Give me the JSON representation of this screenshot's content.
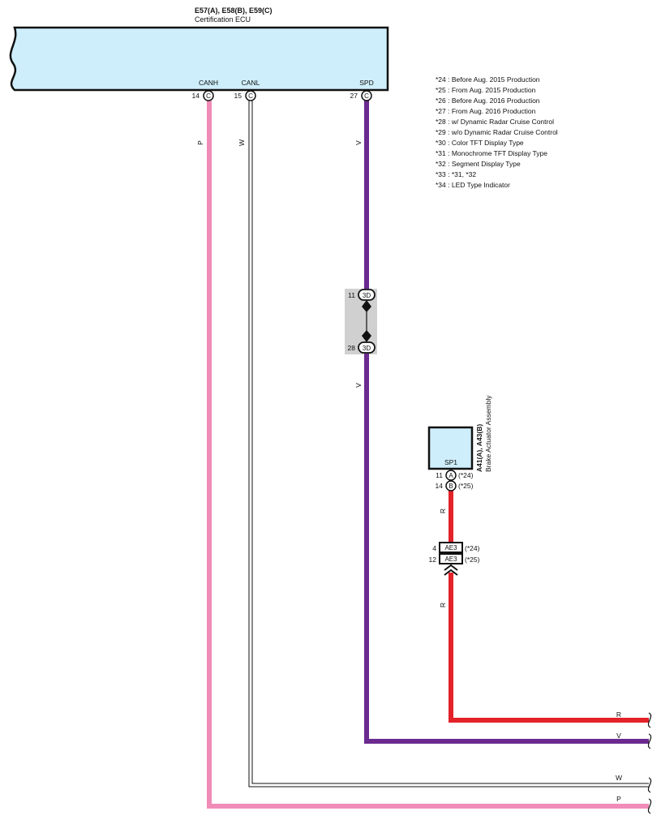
{
  "ecu": {
    "connectors": "E57(A), E58(B), E59(C)",
    "name": "Certification ECU",
    "pins": [
      {
        "label": "CANH",
        "number": "14",
        "connector": "C"
      },
      {
        "label": "CANL",
        "number": "15",
        "connector": "C"
      },
      {
        "label": "SPD",
        "number": "27",
        "connector": "C"
      }
    ]
  },
  "legend": [
    "*24 : Before Aug.  2015 Production",
    "*25 : From Aug.  2015 Production",
    "*26 : Before Aug.  2016 Production",
    "*27 : From Aug.  2016 Production",
    "*28 : w/ Dynamic Radar Cruise Control",
    "*29 : w/o Dynamic Radar Cruise Control",
    "*30 : Color TFT Display Type",
    "*31 : Monochrome TFT Display Type",
    "*32 : Segment Display Type",
    "*33 : *31,  *32",
    "*34 : LED Type Indicator"
  ],
  "wire_colors": {
    "P": "#f08cb8",
    "W": "#ffffff",
    "V": "#6b2a8f",
    "R": "#e3222a"
  },
  "wire_labels": {
    "canh": "P",
    "canl": "W",
    "spd_upper": "V",
    "spd_lower": "V",
    "brake_upper": "R",
    "brake_lower": "R",
    "out_r": "R",
    "out_v": "V",
    "out_w": "W",
    "out_p": "P"
  },
  "junction": {
    "top_pin": "11",
    "top_code": "3D",
    "bottom_pin": "28",
    "bottom_code": "3D"
  },
  "brake": {
    "code": "A41(A), A43(B)",
    "name": "Brake Actuator Assembly",
    "terminal": "SP1",
    "pins": [
      {
        "number": "11",
        "connector": "A",
        "note": "(*24)"
      },
      {
        "number": "14",
        "connector": "B",
        "note": "(*25)"
      }
    ]
  },
  "inline_connector": {
    "rows": [
      {
        "pin": "4",
        "code": "AE3",
        "note": "(*24)"
      },
      {
        "pin": "12",
        "code": "AE3",
        "note": "(*25)"
      }
    ]
  },
  "colors": {
    "component_fill": "#cdeefa",
    "junction_fill": "#d0d0d0",
    "outline": "#111111"
  }
}
